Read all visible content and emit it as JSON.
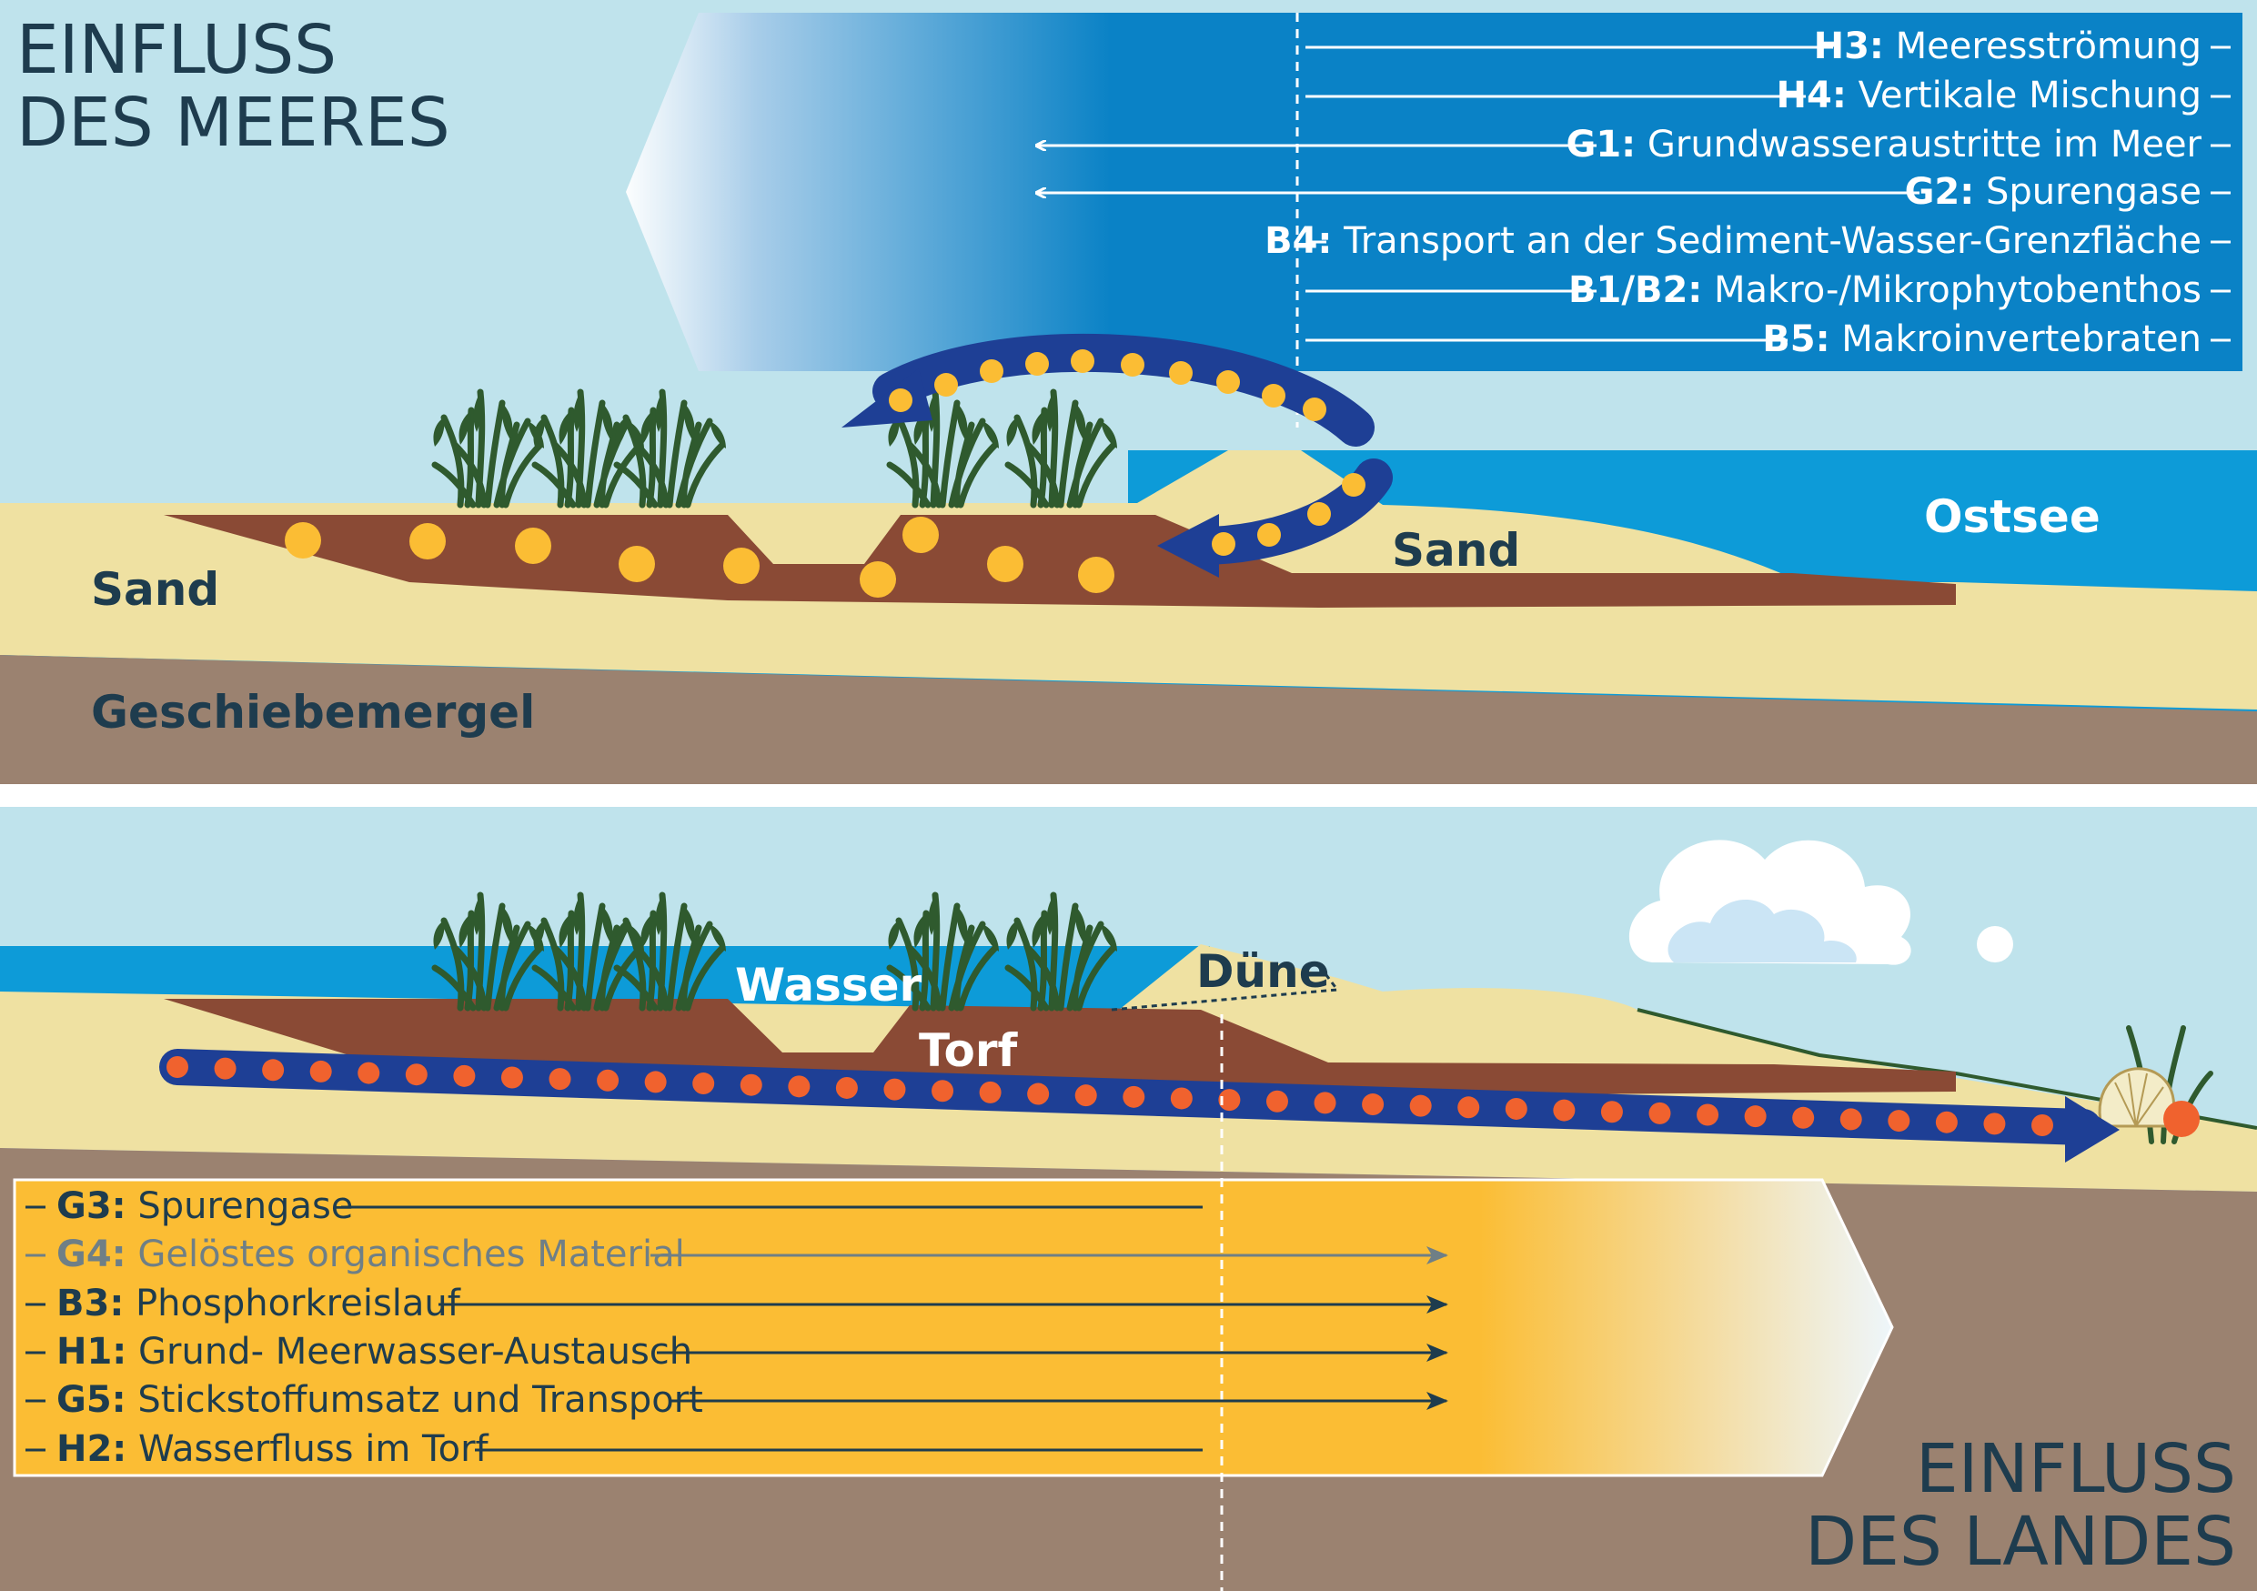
{
  "top_panel": {
    "title_line1": "EINFLUSS",
    "title_line2": "DES MEERES",
    "processes": [
      {
        "code": "H3:",
        "label": "Meeresströmung"
      },
      {
        "code": "H4:",
        "label": "Vertikale Mischung"
      },
      {
        "code": "G1:",
        "label": "Grundwasseraustritte im Meer"
      },
      {
        "code": "G2:",
        "label": "Spurengase"
      },
      {
        "code": "B4:",
        "label": "Transport an der Sediment-Wasser-Grenzfläche"
      },
      {
        "code": "B1/B2:",
        "label": "Makro-/Mikrophytobenthos"
      },
      {
        "code": "B5:",
        "label": "Makroinvertebraten"
      }
    ],
    "labels": {
      "sand_left": "Sand",
      "sand_right": "Sand",
      "geschiebemergel": "Geschiebemergel",
      "ostsee": "Ostsee"
    }
  },
  "bottom_panel": {
    "title_line1": "EINFLUSS",
    "title_line2": "DES LANDES",
    "processes": [
      {
        "code": "G3:",
        "label": "Spurengase"
      },
      {
        "code": "G4:",
        "label": "Gelöstes organisches Material"
      },
      {
        "code": "B3:",
        "label": "Phosphorkreislauf"
      },
      {
        "code": "H1:",
        "label": "Grund- Meerwasser-Austausch"
      },
      {
        "code": "G5:",
        "label": "Stickstoffumsatz und Transport"
      },
      {
        "code": "H2:",
        "label": "Wasserfluss im Torf"
      }
    ],
    "labels": {
      "wasser": "Wasser",
      "duene": "Düne",
      "torf": "Torf"
    }
  },
  "colors": {
    "sky": "#bfe3ec",
    "sea": "#0d9bd8",
    "sea_box": "#0a82c6",
    "sand": "#efe1a2",
    "peat": "#8a4a35",
    "till": "#9b8270",
    "land_box": "#fbbd34",
    "arrow_blue": "#1e3f95",
    "dot_yellow": "#fbbd34",
    "dot_red": "#f0622e",
    "reed": "#2f5a2e",
    "title_text": "#1e3c4e"
  }
}
